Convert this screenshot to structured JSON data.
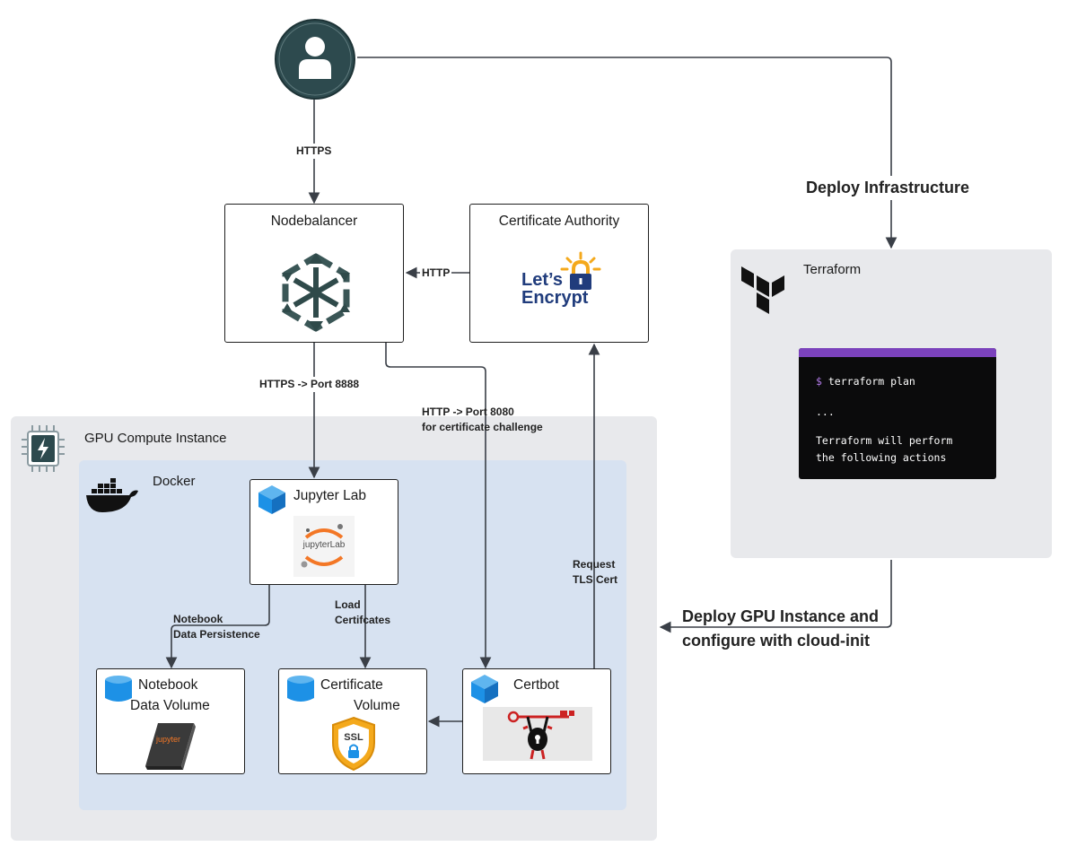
{
  "user": {
    "icon": "user-icon"
  },
  "edges": {
    "https": "HTTPS",
    "deploy_infrastructure": "Deploy Infrastructure",
    "http": "HTTP",
    "https_port": "HTTPS -> Port 8888",
    "http_port_line1": "HTTP -> Port 8080",
    "http_port_line2": "for certificate challenge",
    "notebook_persist_line1": "Notebook",
    "notebook_persist_line2": "Data Persistence",
    "load_certs_line1": "Load",
    "load_certs_line2": "Certifcates",
    "request_cert_line1": "Request",
    "request_cert_line2": "TLS Cert",
    "deploy_gpu_line1": "Deploy GPU Instance and",
    "deploy_gpu_line2": "configure with cloud-init"
  },
  "nodes": {
    "nodebalancer": {
      "title": "Nodebalancer"
    },
    "certificate_authority": {
      "title": "Certificate Authority",
      "logo_line1": "Let’s",
      "logo_line2": "Encrypt"
    },
    "terraform": {
      "title": "Terraform"
    },
    "gpu_instance": {
      "title": "GPU Compute Instance"
    },
    "docker": {
      "title": "Docker"
    },
    "jupyter_lab": {
      "title": "Jupyter Lab",
      "logo_text": "jupyterLab"
    },
    "notebook_volume": {
      "title_line1": "Notebook",
      "title_line2": "Data Volume",
      "logo_text": "jupyter"
    },
    "certificate_volume": {
      "title_line1": "Certificate",
      "title_line2": "Volume",
      "logo_text": "SSL"
    },
    "certbot": {
      "title": "Certbot"
    }
  },
  "terminal": {
    "prompt": "$",
    "command": "terraform plan",
    "ellipsis": "...",
    "output_line1": "Terraform will perform",
    "output_line2": "the following actions"
  },
  "colors": {
    "user_circle": "#2d4a4e",
    "terraform_purple": "#7b42bc",
    "letsencrypt_blue": "#203c7c",
    "letsencrypt_gold": "#f4a91c",
    "docker_blue": "#1d91e6",
    "jupyter_orange": "#f37726",
    "certbot_red": "#cc2222"
  }
}
